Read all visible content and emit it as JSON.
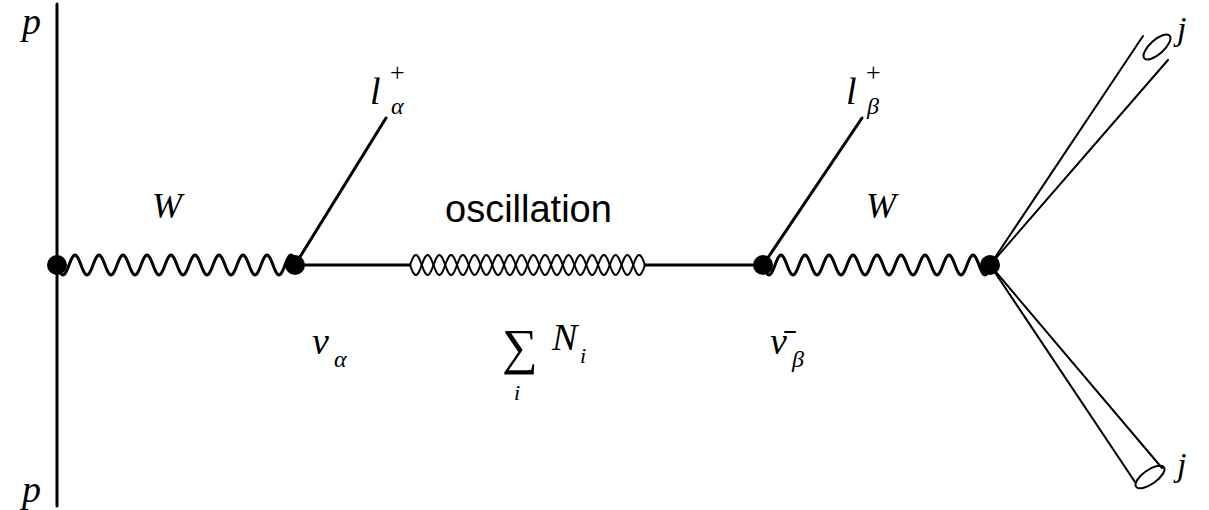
{
  "diagram": {
    "labels": [
      "p",
      "p",
      "W",
      "W",
      "l",
      "+",
      "α",
      "l",
      "+",
      "β",
      "oscillation",
      "ν",
      "α",
      "∑",
      "i",
      "N",
      "i",
      "ν̄",
      "β",
      "j",
      "j"
    ]
  }
}
